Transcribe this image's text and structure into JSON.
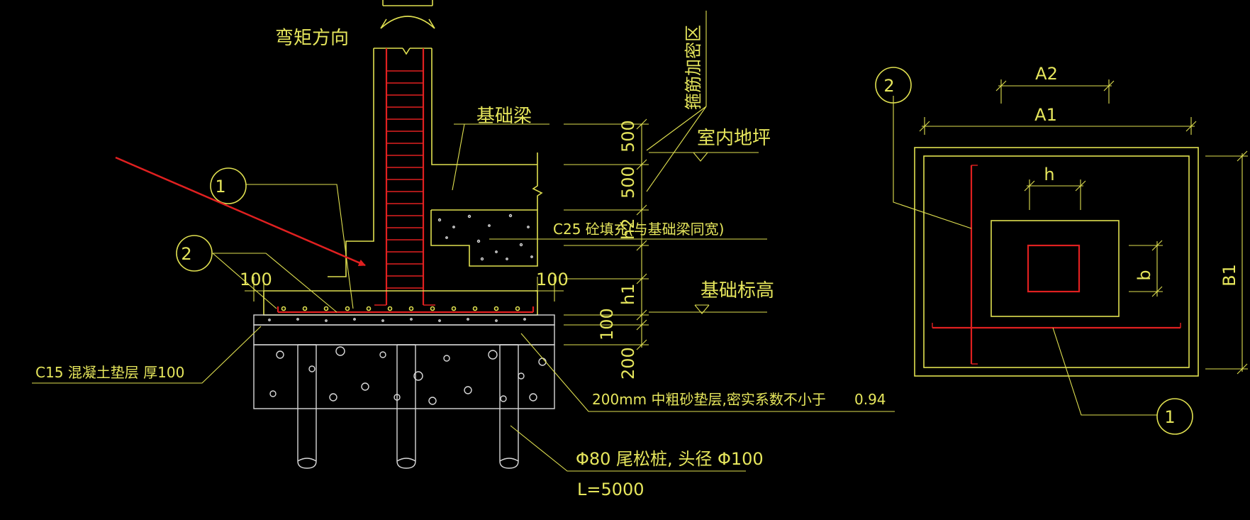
{
  "colors": {
    "background": "#000000",
    "outline": "#E0E050",
    "text": "#E6E65C",
    "rebar": "#E02020",
    "aggregate": "#D8D8D8",
    "arrow": "#E02020"
  },
  "section": {
    "moment_direction": "弯矩方向",
    "stirrup_zone": "箍筋加密区",
    "foundation_beam": "基础梁",
    "indoor_floor": "室内地坪",
    "infill": "C25    砼填充(与基础梁同宽)",
    "foundation_elevation": "基础标高",
    "dim_500_top": "500",
    "dim_500_bottom": "500",
    "dim_h2": "h2",
    "dim_h1": "h1",
    "dim_100_right": "100",
    "dim_200_right": "200",
    "dim_100_left": "100",
    "dim_100_mid": "100",
    "cushion_c15": "C15 混凝土垫层   厚100",
    "sand_cushion": "200mm   中粗砂垫层,密实系数不小于",
    "sand_coeff": "0.94",
    "pile_desc": "Φ80 尾松桩,   头径   Φ100",
    "pile_length": "L=5000",
    "callout_1": "1",
    "callout_2": "2"
  },
  "plan": {
    "dim_a2": "A2",
    "dim_a1": "A1",
    "dim_h": "h",
    "dim_b": "b",
    "dim_b1": "B1",
    "callout_1": "1",
    "callout_2": "2"
  }
}
